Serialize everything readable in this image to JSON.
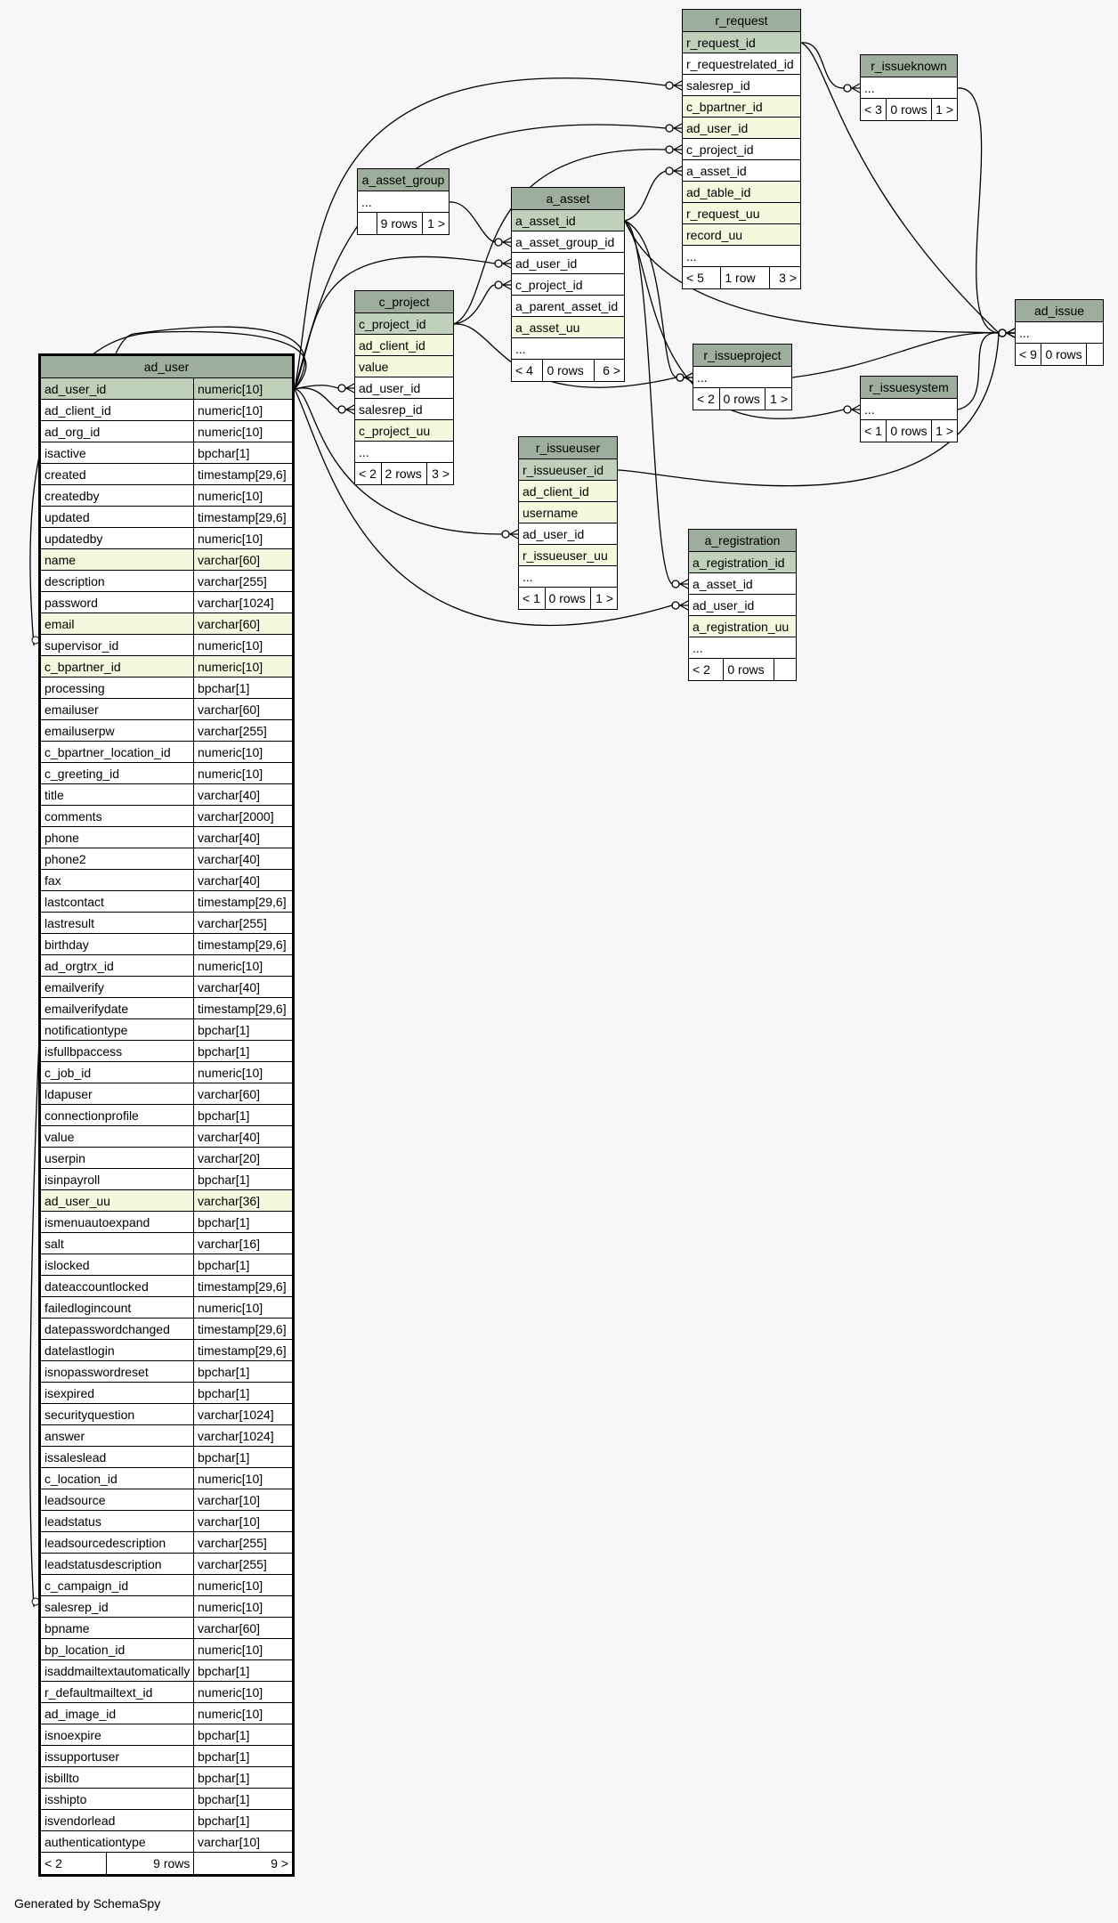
{
  "footer_text": "Generated by SchemaSpy",
  "colors": {
    "header": "#9eae9c",
    "primary_key": "#bfd1bb",
    "indexed": "#f5f8dc",
    "background": "#f7f7f7"
  },
  "tables": {
    "ad_user": {
      "name": "ad_user",
      "columns": [
        {
          "name": "ad_user_id",
          "type": "numeric[10]",
          "kind": "pk"
        },
        {
          "name": "ad_client_id",
          "type": "numeric[10]",
          "kind": ""
        },
        {
          "name": "ad_org_id",
          "type": "numeric[10]",
          "kind": ""
        },
        {
          "name": "isactive",
          "type": "bpchar[1]",
          "kind": ""
        },
        {
          "name": "created",
          "type": "timestamp[29,6]",
          "kind": ""
        },
        {
          "name": "createdby",
          "type": "numeric[10]",
          "kind": ""
        },
        {
          "name": "updated",
          "type": "timestamp[29,6]",
          "kind": ""
        },
        {
          "name": "updatedby",
          "type": "numeric[10]",
          "kind": ""
        },
        {
          "name": "name",
          "type": "varchar[60]",
          "kind": "idx"
        },
        {
          "name": "description",
          "type": "varchar[255]",
          "kind": ""
        },
        {
          "name": "password",
          "type": "varchar[1024]",
          "kind": ""
        },
        {
          "name": "email",
          "type": "varchar[60]",
          "kind": "idx"
        },
        {
          "name": "supervisor_id",
          "type": "numeric[10]",
          "kind": ""
        },
        {
          "name": "c_bpartner_id",
          "type": "numeric[10]",
          "kind": "idx"
        },
        {
          "name": "processing",
          "type": "bpchar[1]",
          "kind": ""
        },
        {
          "name": "emailuser",
          "type": "varchar[60]",
          "kind": ""
        },
        {
          "name": "emailuserpw",
          "type": "varchar[255]",
          "kind": ""
        },
        {
          "name": "c_bpartner_location_id",
          "type": "numeric[10]",
          "kind": ""
        },
        {
          "name": "c_greeting_id",
          "type": "numeric[10]",
          "kind": ""
        },
        {
          "name": "title",
          "type": "varchar[40]",
          "kind": ""
        },
        {
          "name": "comments",
          "type": "varchar[2000]",
          "kind": ""
        },
        {
          "name": "phone",
          "type": "varchar[40]",
          "kind": ""
        },
        {
          "name": "phone2",
          "type": "varchar[40]",
          "kind": ""
        },
        {
          "name": "fax",
          "type": "varchar[40]",
          "kind": ""
        },
        {
          "name": "lastcontact",
          "type": "timestamp[29,6]",
          "kind": ""
        },
        {
          "name": "lastresult",
          "type": "varchar[255]",
          "kind": ""
        },
        {
          "name": "birthday",
          "type": "timestamp[29,6]",
          "kind": ""
        },
        {
          "name": "ad_orgtrx_id",
          "type": "numeric[10]",
          "kind": ""
        },
        {
          "name": "emailverify",
          "type": "varchar[40]",
          "kind": ""
        },
        {
          "name": "emailverifydate",
          "type": "timestamp[29,6]",
          "kind": ""
        },
        {
          "name": "notificationtype",
          "type": "bpchar[1]",
          "kind": ""
        },
        {
          "name": "isfullbpaccess",
          "type": "bpchar[1]",
          "kind": ""
        },
        {
          "name": "c_job_id",
          "type": "numeric[10]",
          "kind": ""
        },
        {
          "name": "ldapuser",
          "type": "varchar[60]",
          "kind": ""
        },
        {
          "name": "connectionprofile",
          "type": "bpchar[1]",
          "kind": ""
        },
        {
          "name": "value",
          "type": "varchar[40]",
          "kind": ""
        },
        {
          "name": "userpin",
          "type": "varchar[20]",
          "kind": ""
        },
        {
          "name": "isinpayroll",
          "type": "bpchar[1]",
          "kind": ""
        },
        {
          "name": "ad_user_uu",
          "type": "varchar[36]",
          "kind": "idx"
        },
        {
          "name": "ismenuautoexpand",
          "type": "bpchar[1]",
          "kind": ""
        },
        {
          "name": "salt",
          "type": "varchar[16]",
          "kind": ""
        },
        {
          "name": "islocked",
          "type": "bpchar[1]",
          "kind": ""
        },
        {
          "name": "dateaccountlocked",
          "type": "timestamp[29,6]",
          "kind": ""
        },
        {
          "name": "failedlogincount",
          "type": "numeric[10]",
          "kind": ""
        },
        {
          "name": "datepasswordchanged",
          "type": "timestamp[29,6]",
          "kind": ""
        },
        {
          "name": "datelastlogin",
          "type": "timestamp[29,6]",
          "kind": ""
        },
        {
          "name": "isnopasswordreset",
          "type": "bpchar[1]",
          "kind": ""
        },
        {
          "name": "isexpired",
          "type": "bpchar[1]",
          "kind": ""
        },
        {
          "name": "securityquestion",
          "type": "varchar[1024]",
          "kind": ""
        },
        {
          "name": "answer",
          "type": "varchar[1024]",
          "kind": ""
        },
        {
          "name": "issaleslead",
          "type": "bpchar[1]",
          "kind": ""
        },
        {
          "name": "c_location_id",
          "type": "numeric[10]",
          "kind": ""
        },
        {
          "name": "leadsource",
          "type": "varchar[10]",
          "kind": ""
        },
        {
          "name": "leadstatus",
          "type": "varchar[10]",
          "kind": ""
        },
        {
          "name": "leadsourcedescription",
          "type": "varchar[255]",
          "kind": ""
        },
        {
          "name": "leadstatusdescription",
          "type": "varchar[255]",
          "kind": ""
        },
        {
          "name": "c_campaign_id",
          "type": "numeric[10]",
          "kind": ""
        },
        {
          "name": "salesrep_id",
          "type": "numeric[10]",
          "kind": ""
        },
        {
          "name": "bpname",
          "type": "varchar[60]",
          "kind": ""
        },
        {
          "name": "bp_location_id",
          "type": "numeric[10]",
          "kind": ""
        },
        {
          "name": "isaddmailtextautomatically",
          "type": "bpchar[1]",
          "kind": ""
        },
        {
          "name": "r_defaultmailtext_id",
          "type": "numeric[10]",
          "kind": ""
        },
        {
          "name": "ad_image_id",
          "type": "numeric[10]",
          "kind": ""
        },
        {
          "name": "isnoexpire",
          "type": "bpchar[1]",
          "kind": ""
        },
        {
          "name": "issupportuser",
          "type": "bpchar[1]",
          "kind": ""
        },
        {
          "name": "isbillto",
          "type": "bpchar[1]",
          "kind": ""
        },
        {
          "name": "isshipto",
          "type": "bpchar[1]",
          "kind": ""
        },
        {
          "name": "isvendorlead",
          "type": "bpchar[1]",
          "kind": ""
        },
        {
          "name": "authenticationtype",
          "type": "varchar[10]",
          "kind": ""
        }
      ],
      "footer": [
        "< 2",
        "9 rows",
        "9 >"
      ]
    },
    "r_request": {
      "name": "r_request",
      "columns": [
        {
          "name": "r_request_id",
          "kind": "pk"
        },
        {
          "name": "r_requestrelated_id",
          "kind": ""
        },
        {
          "name": "salesrep_id",
          "kind": ""
        },
        {
          "name": "c_bpartner_id",
          "kind": "idx"
        },
        {
          "name": "ad_user_id",
          "kind": "idx"
        },
        {
          "name": "c_project_id",
          "kind": ""
        },
        {
          "name": "a_asset_id",
          "kind": ""
        },
        {
          "name": "ad_table_id",
          "kind": "idx"
        },
        {
          "name": "r_request_uu",
          "kind": "idx"
        },
        {
          "name": "record_uu",
          "kind": "idx"
        },
        {
          "name": "...",
          "kind": ""
        }
      ],
      "footer": [
        "< 5",
        "1 row",
        "3 >"
      ]
    },
    "r_issueknown": {
      "name": "r_issueknown",
      "columns": [
        {
          "name": "...",
          "kind": ""
        }
      ],
      "footer": [
        "< 3",
        "0 rows",
        "1 >"
      ]
    },
    "a_asset_group": {
      "name": "a_asset_group",
      "columns": [
        {
          "name": "...",
          "kind": ""
        }
      ],
      "footer": [
        "",
        "9 rows",
        "1 >"
      ]
    },
    "a_asset": {
      "name": "a_asset",
      "columns": [
        {
          "name": "a_asset_id",
          "kind": "pk"
        },
        {
          "name": "a_asset_group_id",
          "kind": ""
        },
        {
          "name": "ad_user_id",
          "kind": ""
        },
        {
          "name": "c_project_id",
          "kind": ""
        },
        {
          "name": "a_parent_asset_id",
          "kind": ""
        },
        {
          "name": "a_asset_uu",
          "kind": "idx"
        },
        {
          "name": "...",
          "kind": ""
        }
      ],
      "footer": [
        "< 4",
        "0 rows",
        "6 >"
      ]
    },
    "c_project": {
      "name": "c_project",
      "columns": [
        {
          "name": "c_project_id",
          "kind": "pk"
        },
        {
          "name": "ad_client_id",
          "kind": "idx"
        },
        {
          "name": "value",
          "kind": "idx"
        },
        {
          "name": "ad_user_id",
          "kind": ""
        },
        {
          "name": "salesrep_id",
          "kind": ""
        },
        {
          "name": "c_project_uu",
          "kind": "idx"
        },
        {
          "name": "...",
          "kind": ""
        }
      ],
      "footer": [
        "< 2",
        "2 rows",
        "3 >"
      ]
    },
    "ad_issue": {
      "name": "ad_issue",
      "columns": [
        {
          "name": "...",
          "kind": ""
        }
      ],
      "footer": [
        "< 9",
        "0 rows",
        ""
      ]
    },
    "r_issueproject": {
      "name": "r_issueproject",
      "columns": [
        {
          "name": "...",
          "kind": ""
        }
      ],
      "footer": [
        "< 2",
        "0 rows",
        "1 >"
      ]
    },
    "r_issuesystem": {
      "name": "r_issuesystem",
      "columns": [
        {
          "name": "...",
          "kind": ""
        }
      ],
      "footer": [
        "< 1",
        "0 rows",
        "1 >"
      ]
    },
    "r_issueuser": {
      "name": "r_issueuser",
      "columns": [
        {
          "name": "r_issueuser_id",
          "kind": "pk"
        },
        {
          "name": "ad_client_id",
          "kind": "idx"
        },
        {
          "name": "username",
          "kind": "idx"
        },
        {
          "name": "ad_user_id",
          "kind": ""
        },
        {
          "name": "r_issueuser_uu",
          "kind": "idx"
        },
        {
          "name": "...",
          "kind": ""
        }
      ],
      "footer": [
        "< 1",
        "0 rows",
        "1 >"
      ]
    },
    "a_registration": {
      "name": "a_registration",
      "columns": [
        {
          "name": "a_registration_id",
          "kind": "pk"
        },
        {
          "name": "a_asset_id",
          "kind": ""
        },
        {
          "name": "ad_user_id",
          "kind": ""
        },
        {
          "name": "a_registration_uu",
          "kind": "idx"
        },
        {
          "name": "...",
          "kind": ""
        }
      ],
      "footer": [
        "< 2",
        "0 rows",
        ""
      ]
    }
  }
}
